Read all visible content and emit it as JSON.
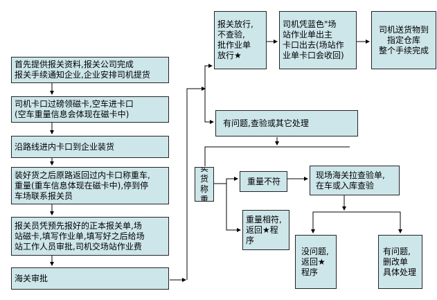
{
  "steps": {
    "s1": "首先提供报关资料,报关公司完成\n报关手续通知企业,企业安排司机提货",
    "s2": "司机卡口过磅领磁卡,空车进卡口\n(空车重量信息会体现在磁卡中)",
    "s3": "沿路线进内卡口到企业装货",
    "s4": "装好货之后原路返回过内卡口称重车,\n重量(重车信息体现在磁卡中),停到停\n车场联系报关员",
    "s5": "报关员凭预先报好的正本报关单,场\n站磁卡,填写作业单,填写好之后给场\n站工作人员审批,司机交场站作业费",
    "s6": "海关审批"
  },
  "release": {
    "r1": "报关放行,\n不查验,\n批作业单\n放行★",
    "r2": "司机凭蓝色\"场\n站作业单出主\n卡口出去(场站作\n业单卡口会收回)",
    "r3": "司机送货物到\n指定仓库\n整个手续完成"
  },
  "problem": {
    "issue": "有问题,查验或其它处理",
    "weigh": "实货\n称重",
    "mismatch": "重量不符",
    "match": "重量相符,\n返回★程序",
    "inspect": "现场海关拉查验单,\n在车或入库查验",
    "ok": "没问题,\n返回★\n程序",
    "bad": "有问题,\n删改单\n具体处理"
  }
}
